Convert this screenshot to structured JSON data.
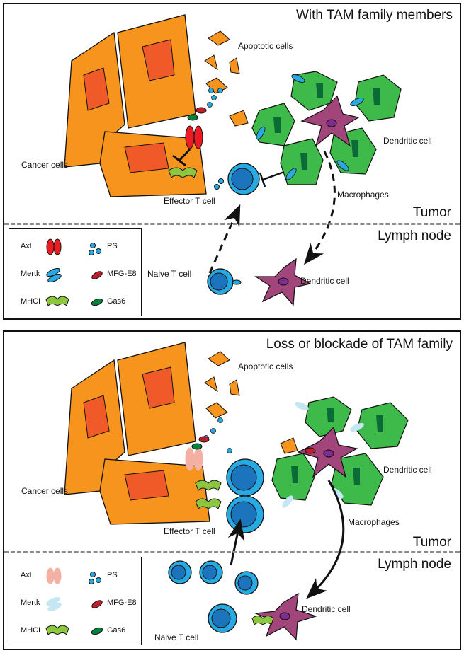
{
  "top_panel": {
    "heading": "With TAM family members",
    "labels": {
      "apoptotic": "Apoptotic cells",
      "cancer": "Cancer cells",
      "dendritic_tumor": "Dendritic cell",
      "effector": "Effector T cell",
      "macrophages": "Macrophages",
      "naive": "Naive T cell",
      "dendritic_lymph": "Dendritic cell"
    },
    "regions": {
      "tumor": "Tumor",
      "lymph": "Lymph node"
    },
    "legend": {
      "axl": "Axl",
      "mertk": "Mertk",
      "mhci": "MHCI",
      "ps": "PS",
      "mfge8": "MFG-E8",
      "gas6": "Gas6"
    }
  },
  "bottom_panel": {
    "heading": "Loss or blockade of TAM family",
    "labels": {
      "apoptotic": "Apoptotic cells",
      "cancer": "Cancer cells",
      "dendritic_tumor": "Dendritic cell",
      "effector": "Effector T cell",
      "macrophages": "Macrophages",
      "naive": "Naive T cell",
      "dendritic_lymph": "Dendritic cell"
    },
    "regions": {
      "tumor": "Tumor",
      "lymph": "Lymph node"
    },
    "legend": {
      "axl": "Axl",
      "mertk": "Mertk",
      "mhci": "MHCI",
      "ps": "PS",
      "mfge8": "MFG-E8",
      "gas6": "Gas6"
    }
  },
  "colors": {
    "cancer_cell": "#f7941d",
    "nucleus": "#ef5a28",
    "macrophage": "#3dba4a",
    "macrophage_nucleus": "#0b6b37",
    "dendritic_cell": "#a1457a",
    "dendritic_nucleus": "#7e2d8f",
    "t_cell": "#27aae1",
    "t_cell_nucleus": "#1c75bc",
    "axl": "#ed1c24",
    "axl_faded": "#f4b1a3",
    "mertk": "#27aae1",
    "mertk_faded": "#c5e6f3",
    "mhci": "#8dc63f",
    "ps": "#27aae1",
    "mfge8": "#be1e2d",
    "gas6": "#00843d",
    "divider": "#8c8c8c"
  }
}
